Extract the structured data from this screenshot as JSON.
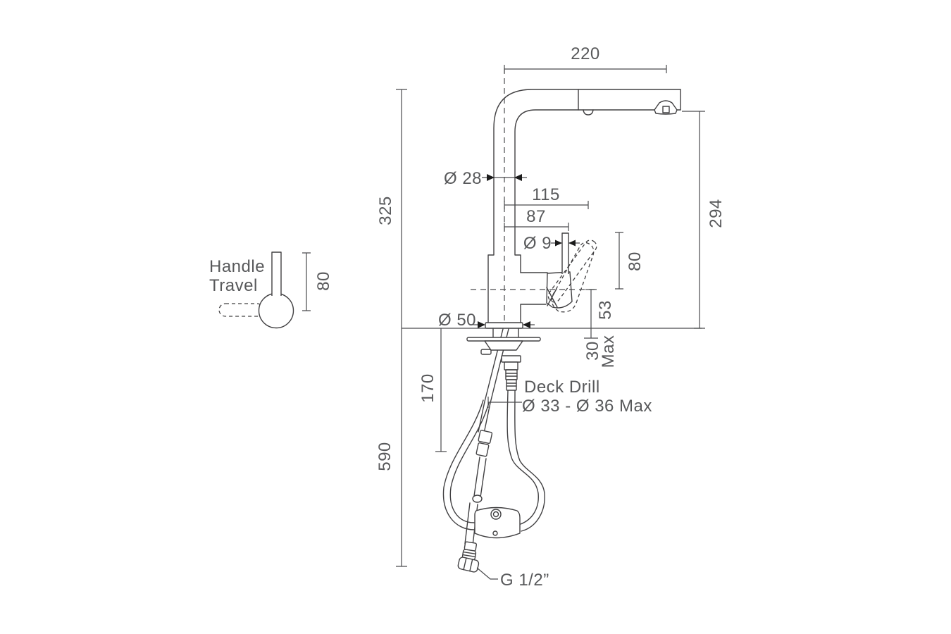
{
  "drawing": {
    "type": "technical-dimension-diagram",
    "subject": "Pull-out kitchen sink mixer tap: front elevation with below-deck hoses, plus handle-travel plan view",
    "units": "mm",
    "colors": {
      "background": "#ffffff",
      "line": "#414042",
      "dimension_line": "#4a4b4d",
      "text": "#58595b",
      "arrowhead": "#1b1b1b"
    },
    "dims": {
      "spout_reach": "220",
      "deck_to_spout_top": "325",
      "outlet_to_deck": "294",
      "riser_diameter": "Ø 28",
      "lever_reach": "115",
      "cartridge_reach": "87",
      "lever_diameter": "Ø 9",
      "lever_height": "80",
      "outlet_drop": "53",
      "deck_thickness": "30",
      "deck_thickness_qualifier": "Max",
      "flange_diameter": "Ø 50",
      "shank_depth": "170",
      "hose_drop": "590",
      "handle_travel_height": "80"
    },
    "notes": {
      "deck_drill_title": "Deck Drill",
      "deck_drill_range": "Ø 33 - Ø 36 Max",
      "inlet_thread": "G 1/2”",
      "handle_travel_word1": "Handle",
      "handle_travel_word2": "Travel"
    }
  }
}
